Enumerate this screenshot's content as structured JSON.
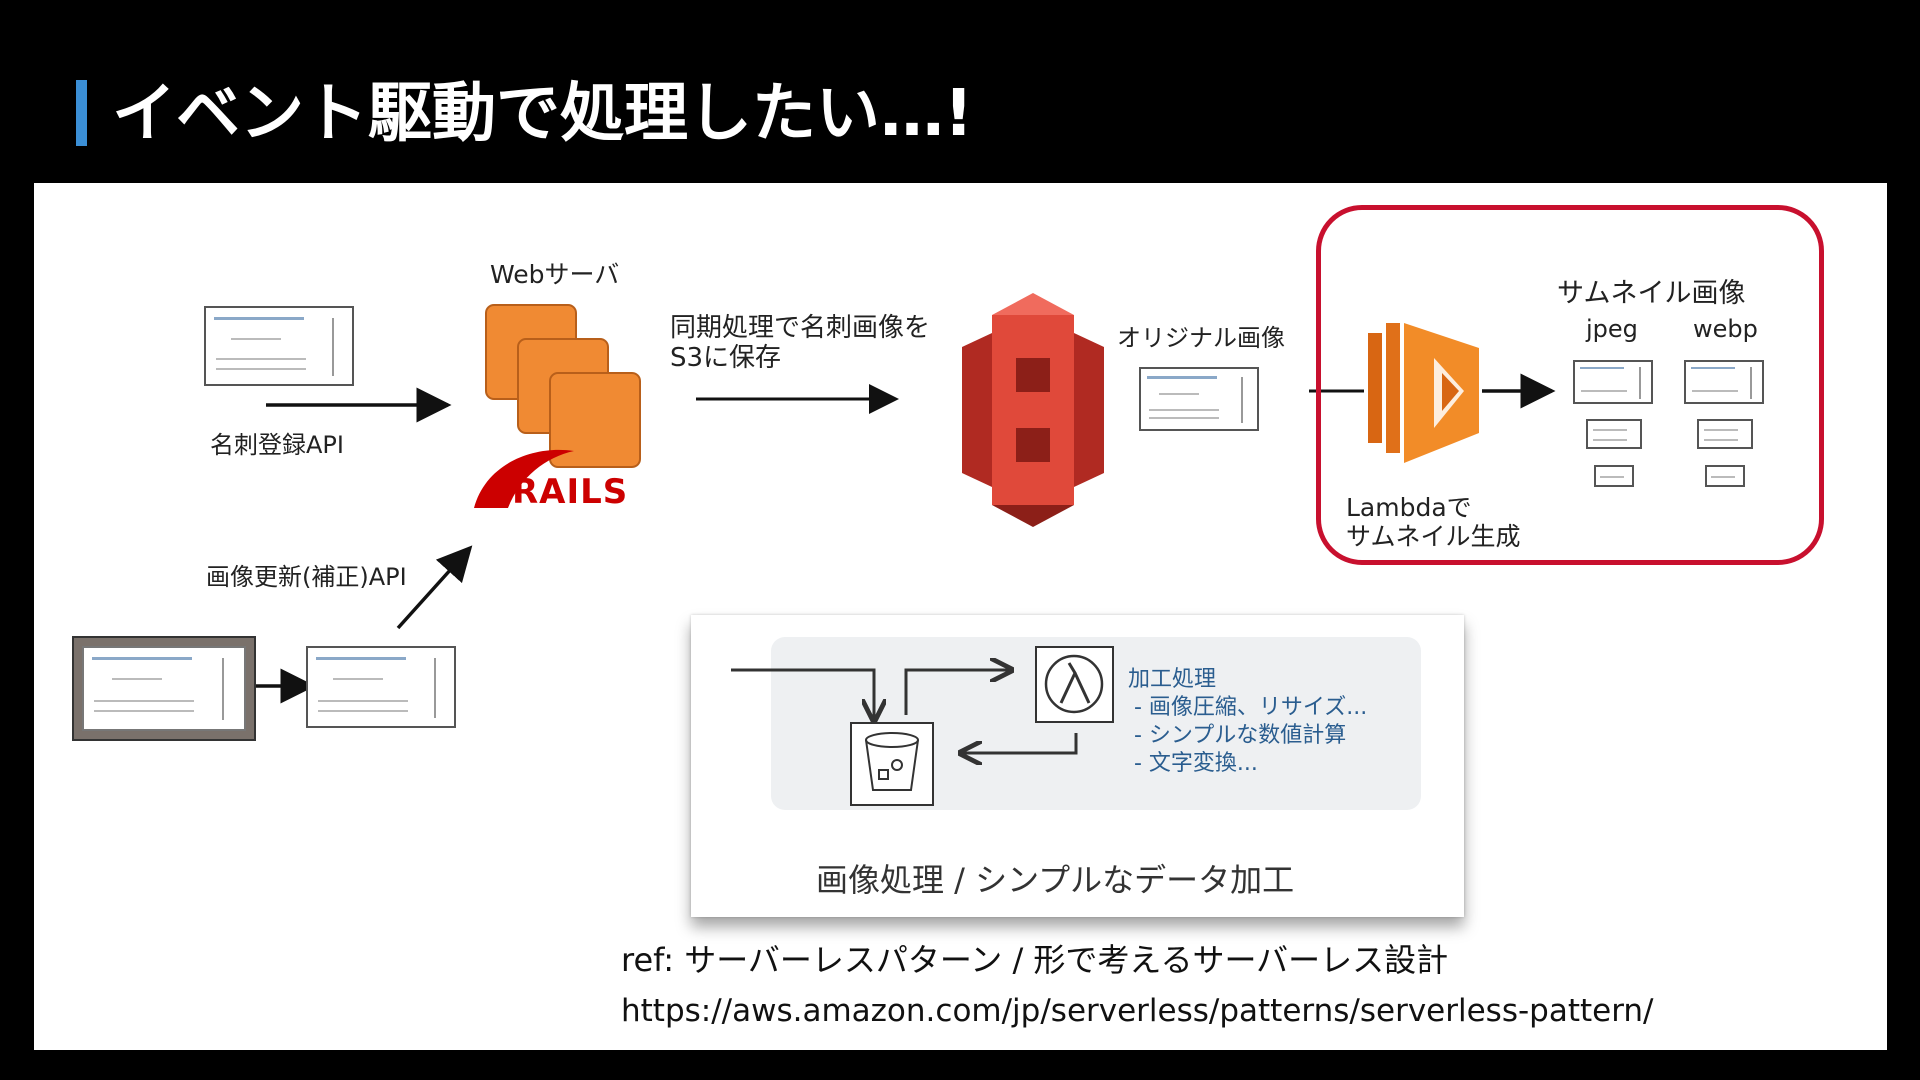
{
  "slide": {
    "title": "イベント駆動で処理したい…!",
    "accent_color": "#3b8fd6",
    "highlight_color": "#c8102e"
  },
  "diagram": {
    "register_api_label": "名刺登録API",
    "update_api_label": "画像更新(補正)API",
    "web_server_label": "Webサーバ",
    "rails_logo_text": "RAILS",
    "sync_label_line1": "同期処理で名刺画像を",
    "sync_label_line2": "S3に保存",
    "original_image_label": "オリジナル画像",
    "thumbnail_title": "サムネイル画像",
    "jpeg_label": "jpeg",
    "webp_label": "webp",
    "lambda_label_line1": "Lambdaで",
    "lambda_label_line2": "サムネイル生成"
  },
  "inset": {
    "process_title": "加工処理",
    "items": [
      "- 画像圧縮、リサイズ...",
      "- シンプルな数値計算",
      "- 文字変換..."
    ],
    "caption": "画像処理 / シンプルなデータ加工",
    "icons": [
      "s3-bucket-icon",
      "lambda-icon"
    ]
  },
  "reference": {
    "ref_text": "ref: サーバーレスパターン / 形で考えるサーバーレス設計",
    "url": "https://aws.amazon.com/jp/serverless/patterns/serverless-pattern/"
  }
}
